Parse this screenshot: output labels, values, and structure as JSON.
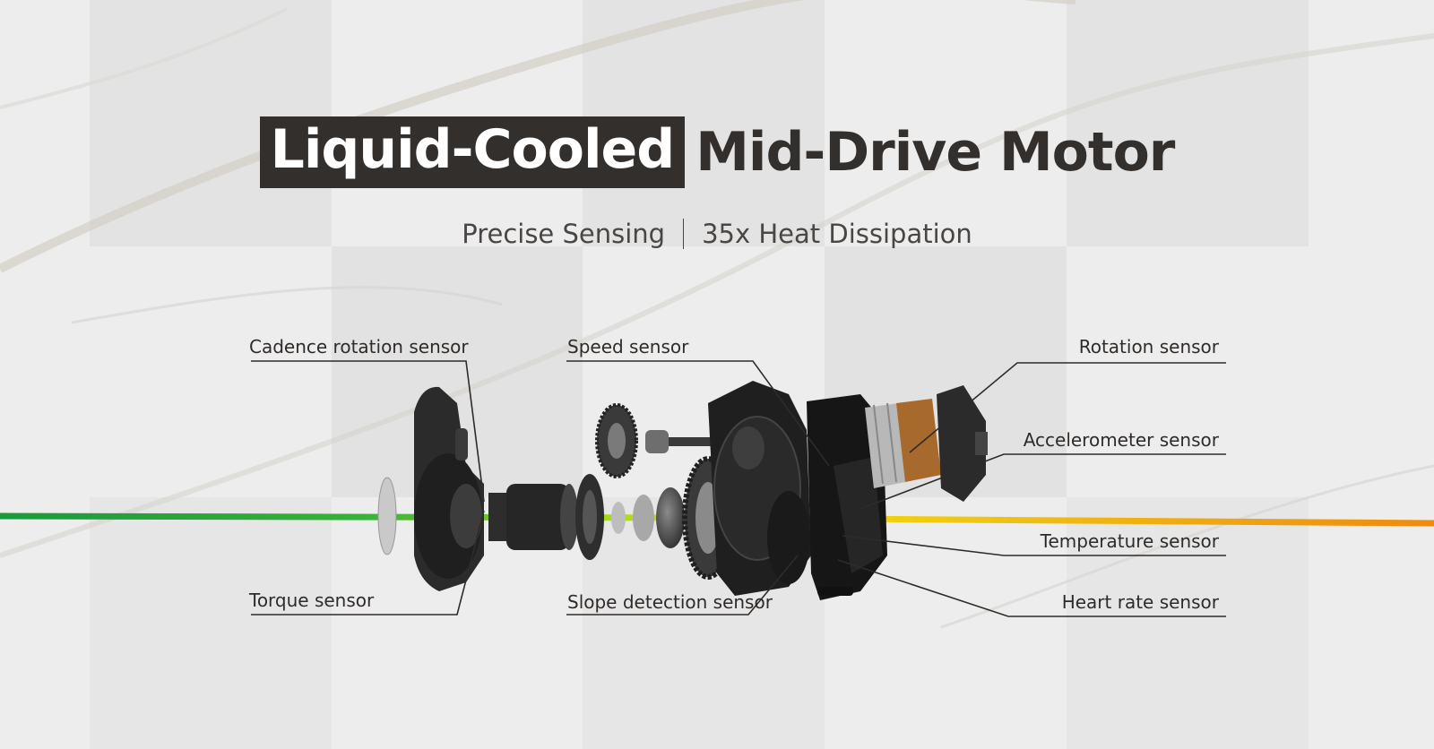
{
  "title": {
    "highlight": "Liquid-Cooled",
    "rest": "Mid-Drive Motor"
  },
  "subtitle": {
    "left": "Precise Sensing",
    "right": "35x Heat Dissipation"
  },
  "labels": {
    "cadence": "Cadence rotation sensor",
    "torque": "Torque sensor",
    "speed": "Speed sensor",
    "slope": "Slope detection sensor",
    "rotation": "Rotation sensor",
    "accelerometer": "Accelerometer sensor",
    "temperature": "Temperature sensor",
    "heart_rate": "Heart rate sensor"
  },
  "colors": {
    "title_bg": "#332f2d",
    "text": "#2f2b29",
    "axis_start": "#1a9a3c",
    "axis_mid": "#d6e81a",
    "axis_end": "#ef8a10"
  }
}
